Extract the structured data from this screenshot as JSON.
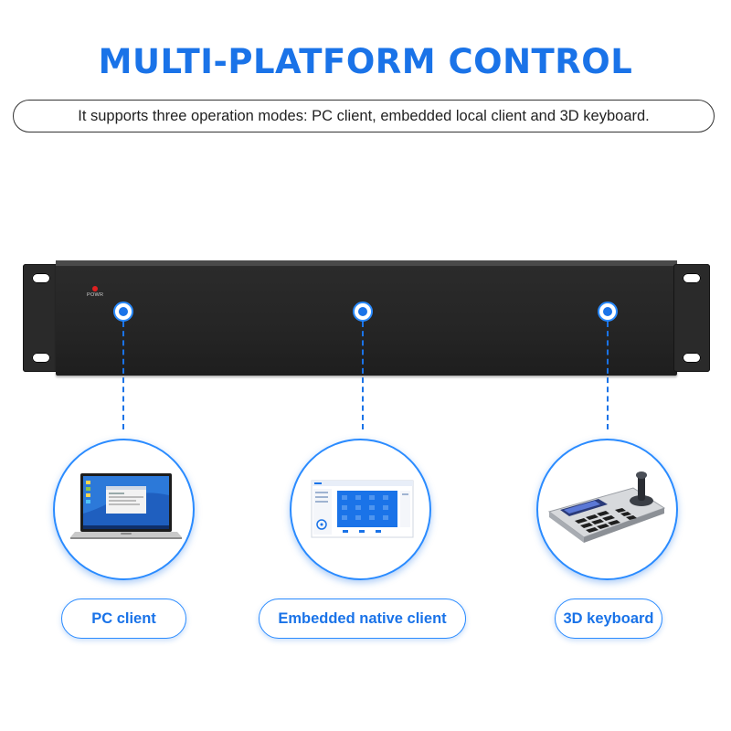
{
  "header": {
    "title": "MULTI-PLATFORM CONTROL",
    "subtitle": "It supports three operation modes: PC client, embedded local client and 3D keyboard."
  },
  "device": {
    "led_label": "POWR"
  },
  "modes": [
    {
      "label": "PC client",
      "icon": "laptop-icon"
    },
    {
      "label": "Embedded native client",
      "icon": "embedded-client-screen-icon"
    },
    {
      "label": "3D keyboard",
      "icon": "3d-keyboard-icon"
    }
  ],
  "colors": {
    "accent": "#1a73e8",
    "device": "#262626",
    "led": "#e02020"
  }
}
